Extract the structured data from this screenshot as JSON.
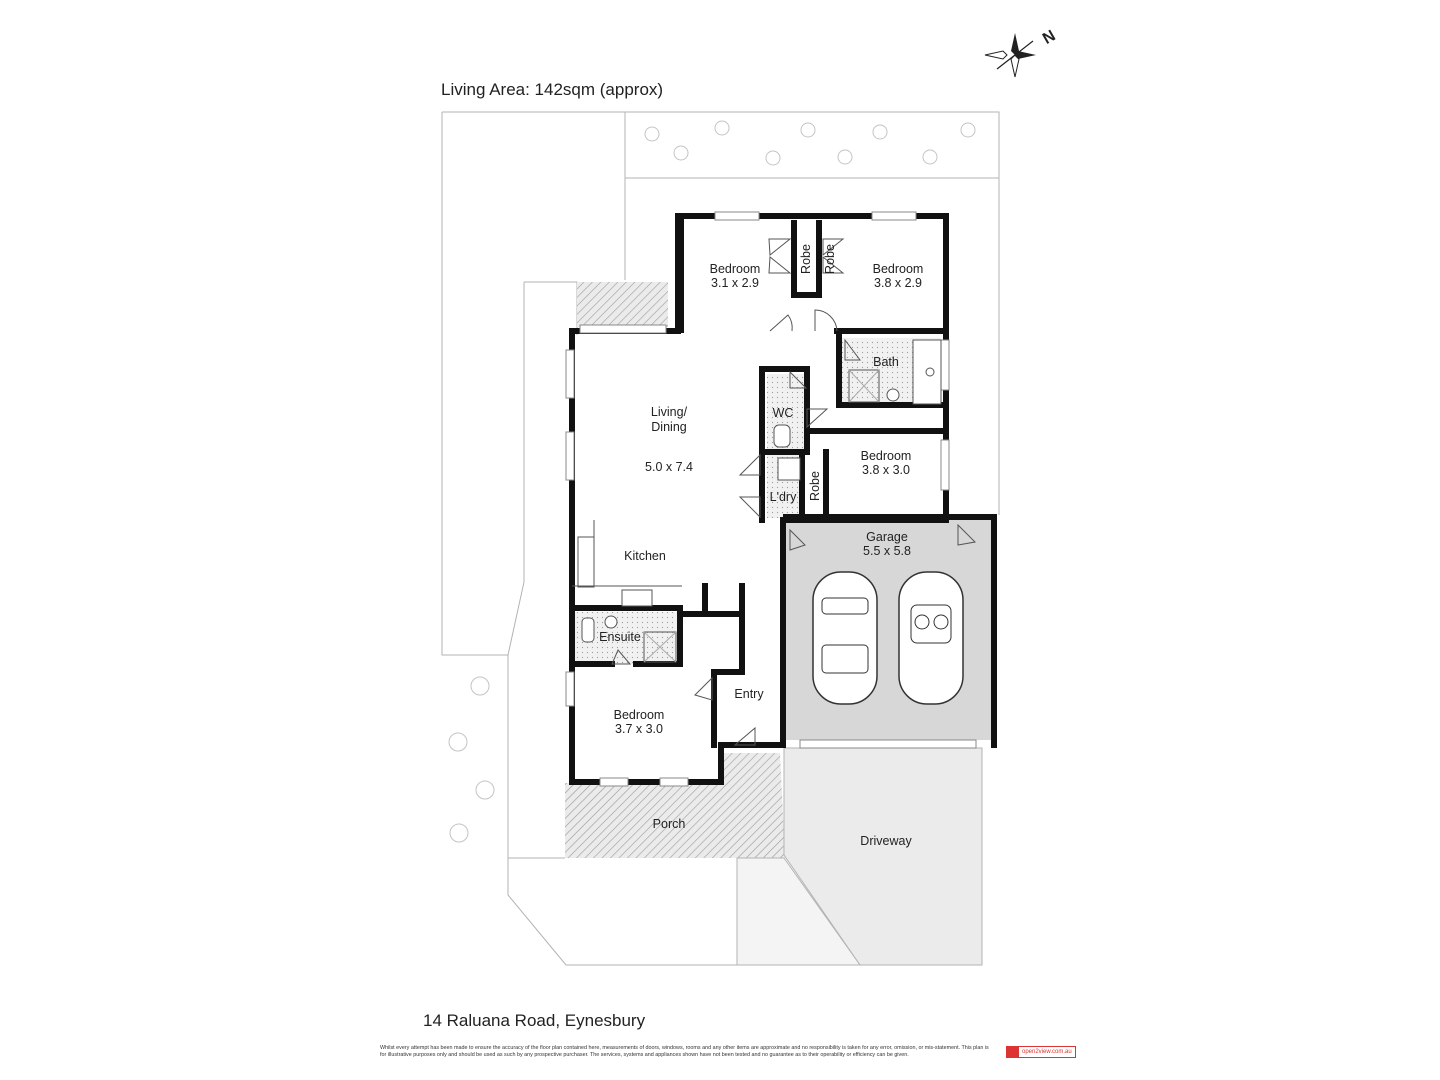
{
  "header": {
    "living_area": "Living Area: 142sqm (approx)"
  },
  "footer": {
    "address": "14 Raluana Road, Eynesbury",
    "disclaimer": "Whilst every attempt has been made to ensure the accuracy of the floor plan contained here, measurements of doors, windows, rooms and any other items are approximate and no responsibility is taken for any error, omission, or mis-statement. This plan is for illustrative purposes only and should be used as such by any prospective purchaser. The services, systems and appliances shown have not been tested and no guarantee as to their operability or efficiency can be given.",
    "brand": "open2view.com.au"
  },
  "compass": {
    "label": "N"
  },
  "rooms": {
    "bed1": {
      "name": "Bedroom",
      "size": "3.1 x 2.9"
    },
    "bed2": {
      "name": "Bedroom",
      "size": "3.8 x 2.9"
    },
    "robe1": "Robe",
    "robe2": "Robe",
    "robe3": "Robe",
    "bath": "Bath",
    "wc": "WC",
    "living": {
      "name1": "Living/",
      "name2": "Dining",
      "size": "5.0 x 7.4"
    },
    "bed3": {
      "name": "Bedroom",
      "size": "3.8 x 3.0"
    },
    "laundry": "L'dry",
    "garage": {
      "name": "Garage",
      "size": "5.5 x 5.8"
    },
    "kitchen": "Kitchen",
    "ensuite": "Ensuite",
    "entry": "Entry",
    "bed4": {
      "name": "Bedroom",
      "size": "3.7 x 3.0"
    },
    "porch": "Porch",
    "driveway": "Driveway"
  }
}
